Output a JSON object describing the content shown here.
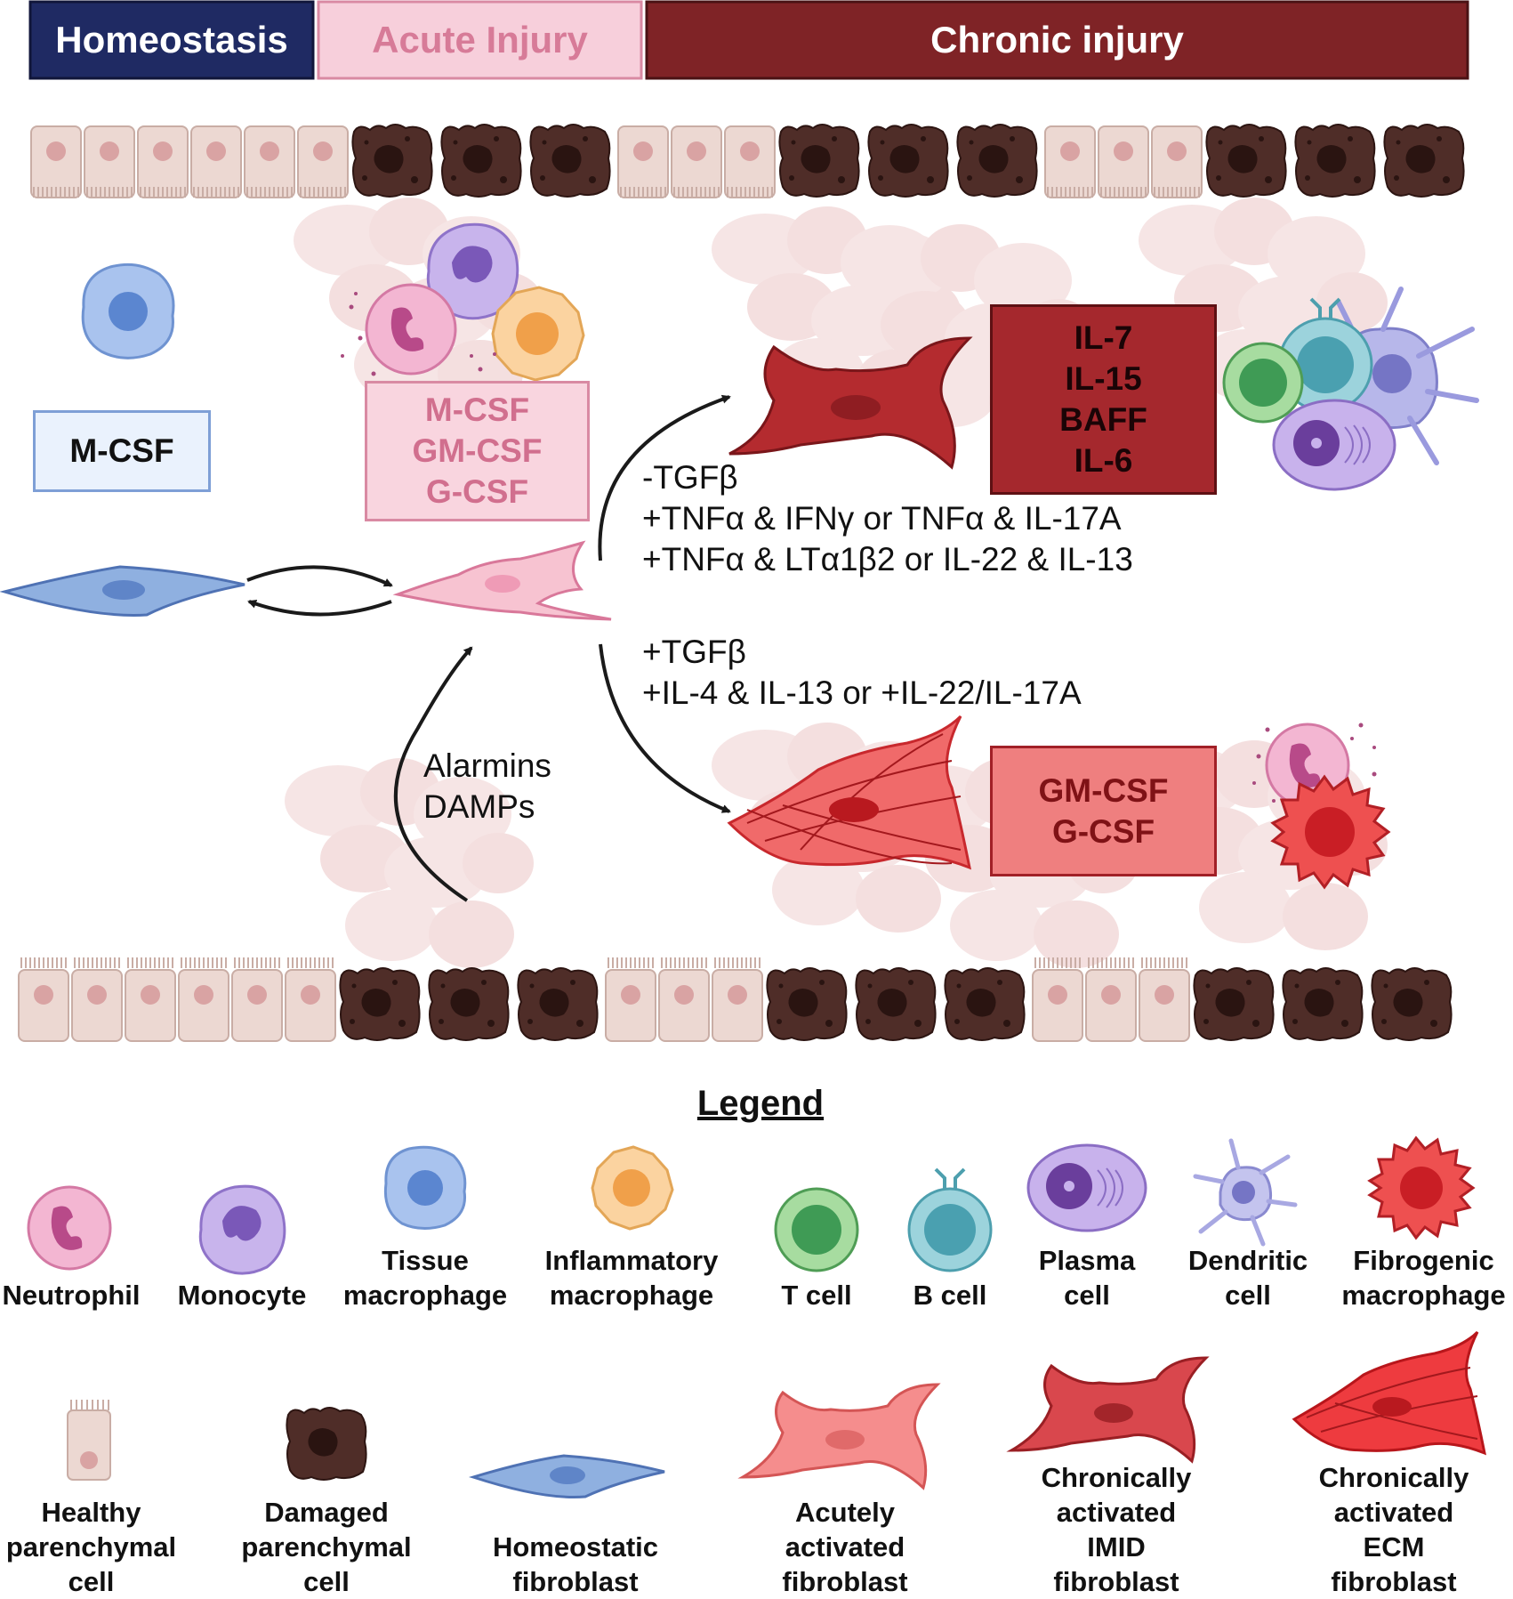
{
  "header": {
    "homeostasis": "Homeostasis",
    "acute": "Acute Injury",
    "chronic": "Chronic injury"
  },
  "boxes": {
    "homeostasis_factor": "M-CSF",
    "acute_factors": [
      "M-CSF",
      "GM-CSF",
      "G-CSF"
    ],
    "imid_factors": [
      "IL-7",
      "IL-15",
      "BAFF",
      "IL-6"
    ],
    "ecm_factors": [
      "GM-CSF",
      "G-CSF"
    ]
  },
  "signals": {
    "imid_lines": [
      "-TGFβ",
      "+TNFα & IFNγ or TNFα & IL-17A",
      "+TNFα & LTα1β2 or IL-22 & IL-13"
    ],
    "ecm_lines": [
      "+TGFβ",
      "+IL-4 & IL-13 or +IL-22/IL-17A"
    ],
    "alarmin_lines": [
      "Alarmins",
      "DAMPs"
    ]
  },
  "legend": {
    "title": "Legend",
    "row1": [
      {
        "icon": "neutrophil-icon",
        "lines": [
          "Neutrophil"
        ]
      },
      {
        "icon": "monocyte-icon",
        "lines": [
          "Monocyte"
        ]
      },
      {
        "icon": "tissue-macrophage-icon",
        "lines": [
          "Tissue",
          "macrophage"
        ]
      },
      {
        "icon": "inflammatory-macrophage-icon",
        "lines": [
          "Inflammatory",
          "macrophage"
        ]
      },
      {
        "icon": "t-cell-icon",
        "lines": [
          "T cell"
        ]
      },
      {
        "icon": "b-cell-icon",
        "lines": [
          "B cell"
        ]
      },
      {
        "icon": "plasma-cell-icon",
        "lines": [
          "Plasma",
          "cell"
        ]
      },
      {
        "icon": "dendritic-cell-icon",
        "lines": [
          "Dendritic",
          "cell"
        ]
      },
      {
        "icon": "fibrogenic-macrophage-icon",
        "lines": [
          "Fibrogenic",
          "macrophage"
        ]
      }
    ],
    "row2": [
      {
        "icon": "healthy-parenchymal-cell-icon",
        "lines": [
          "Healthy",
          "parenchymal",
          "cell"
        ]
      },
      {
        "icon": "damaged-parenchymal-cell-icon",
        "lines": [
          "Damaged",
          "parenchymal",
          "cell"
        ]
      },
      {
        "icon": "homeostatic-fibroblast-icon",
        "lines": [
          "Homeostatic",
          "fibroblast"
        ]
      },
      {
        "icon": "acutely-activated-fibroblast-icon",
        "lines": [
          "Acutely",
          "activated",
          "fibroblast"
        ]
      },
      {
        "icon": "imid-fibroblast-icon",
        "lines": [
          "Chronically",
          "activated",
          "IMID",
          "fibroblast"
        ]
      },
      {
        "icon": "ecm-fibroblast-icon",
        "lines": [
          "Chronically",
          "activated",
          "ECM",
          "fibroblast"
        ]
      }
    ]
  },
  "colors": {
    "homeostasis_navy": "#1f2a63",
    "acute_pink": "#f7cfdb",
    "chronic_red": "#7f2326",
    "imid_box": "#a5282d",
    "ecm_box": "#ef7f7f",
    "homeostatic_blue": "#8fb0e0",
    "acute_fibroblast_pink": "#f7c3d1",
    "imid_fibroblast_red": "#b42b2f",
    "ecm_fibroblast_red": "#e8454a",
    "healthy_cell": "#ecd8d2",
    "damaged_cell": "#4f2d28"
  }
}
